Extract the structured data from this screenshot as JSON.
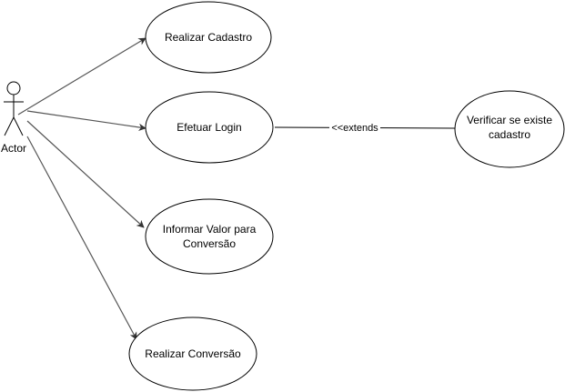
{
  "actor": {
    "label": "Actor"
  },
  "use_cases": {
    "realizar_cadastro": "Realizar Cadastro",
    "efetuar_login": "Efetuar Login",
    "informar_valor_line1": "Informar Valor para",
    "informar_valor_line2": "Conversão",
    "realizar_conversao": "Realizar Conversão",
    "verificar_line1": "Verificar se existe",
    "verificar_line2": "cadastro"
  },
  "relationships": {
    "extend_label": "<<extends"
  },
  "colors": {
    "stroke": "#000000",
    "line": "#555555",
    "background": "#ffffff"
  }
}
